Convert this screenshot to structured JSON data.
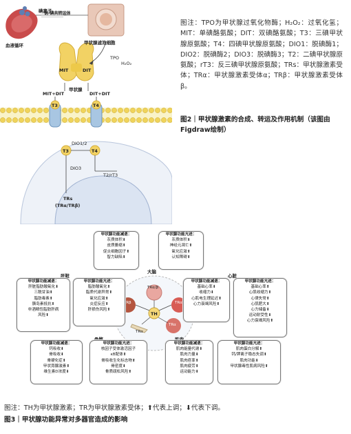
{
  "figure2": {
    "labels": {
      "iodide": "碘离子",
      "transporter": "钠-碘共转运体",
      "blood": "血液循环",
      "follicle": "甲状腺滤泡细胞",
      "tpo": "TPO",
      "h2o2": "H₂O₂",
      "mit": "MIT",
      "dit": "DIT",
      "thyroid": "甲状腺",
      "mit_dit_left": "MIT+DIT",
      "mit_dit_right": "DIT+DIT",
      "t3_top": "T3",
      "t4_top": "T4",
      "dio12": "DIO1/2",
      "t3_in": "T3",
      "t4_in": "T4",
      "dio3": "DIO3",
      "t2rt3": "T2/rT3",
      "trs": "TRs",
      "trs_sub": "(TRα/TRβ)"
    },
    "note": "图注：TPO为甲状腺过氧化物酶；H₂O₂：过氧化氢；MIT：单碘酪氨酸；DIT：双碘酪氨酸；T3：三碘甲状腺原氨酸；T4：四碘甲状腺原氨酸；DIO1：脱碘酶1；DIO2：脱碘酶2；DIO3：脱碘酶3；T2：二碘甲状腺原氨酸；rT3：反三碘甲状腺原氨酸；TRs：甲状腺激素受体；TRα：甲状腺激素受体α；TRβ：甲状腺激素受体β。",
    "caption": "图2｜甲状腺激素的合成、转运及作用机制（该图由Figdraw绘制）"
  },
  "figure3": {
    "organs": {
      "brain": "大脑",
      "liver": "肝脏",
      "heart": "心脏",
      "bone": "骨骼",
      "muscle": "肌肉"
    },
    "center": {
      "th": "TH",
      "tra_b": "TRα/β",
      "trb": "TRβ",
      "tra_left": "TRα",
      "tra_mid": "TRα",
      "tra_right": "TRα"
    },
    "boxes": {
      "brain_hypo": [
        "甲状腺功能减退：",
        "灰质体积⬇",
        "皮质萎缩⬆",
        "促炎细胞因子⬆",
        "智力缺陷⬆"
      ],
      "brain_hyper": [
        "甲状腺功能亢进：",
        "灰质体积⬇",
        "神经元凋亡⬆",
        "氧化应激⬆",
        "认知障碍⬆"
      ],
      "liver_hypo": [
        "甲状腺功能减退：",
        "肝脏脂肪酸氧化⬇",
        "三酰甘油⬆",
        "脂肪毒素⬆",
        "胰岛素抵抗⬆",
        "非酒精性脂肪肝病",
        "风险⬆"
      ],
      "liver_hyper": [
        "甲状腺功能亢进：",
        "脂肪酸氧化⬆",
        "脂质代谢异常⬆",
        "氧化应激⬆",
        "炎症反应⬆",
        "肝损伤风险⬆"
      ],
      "heart_hypo": [
        "甲状腺功能减退：",
        "基础心率⬇",
        "收缩力⬇",
        "心肌电生理延迟⬆",
        "心力衰竭风险⬆"
      ],
      "heart_hyper": [
        "甲状腺功能亢进：",
        "基础心率⬆",
        "心肌收缩力⬆",
        "心律失常⬆",
        "心肌肥大⬆",
        "心力储备⬇",
        "运动耐受性⬇",
        "心力衰竭风险⬆"
      ],
      "bone_hypo": [
        "甲状腺功能减退：",
        "钙吸收⬇",
        "骨吸收⬇",
        "骨硬化症⬆",
        "甲状旁腺激素⬆",
        "维生素D浓度⬇"
      ],
      "bone_hyper": [
        "甲状腺功能亢进：",
        "核因子受体激活因子",
        "κB配体⬆",
        "骨吸收生化标志物⬆",
        "骨密度⬇",
        "骨质疏松风险⬆"
      ],
      "muscle_hypo": [
        "甲状腺功能减退：",
        "肌肉能量代谢⬇",
        "肌肉力量⬇",
        "肌肉痉挛⬆",
        "肌肉疲劳⬆",
        "运动能力⬇"
      ],
      "muscle_hyper": [
        "甲状腺功能亢进：",
        "肌肉蛋白分解⬆",
        "钙/钾离子稳态失调⬆",
        "肌肉功能⬇",
        "甲状腺毒性肌病风险⬆"
      ]
    },
    "note": "图注：TH为甲状腺激素；TR为甲状腺激素受体；⬆代表上调；⬇代表下调。",
    "caption": "图3｜甲状腺功能异常对多器官造成的影响"
  }
}
